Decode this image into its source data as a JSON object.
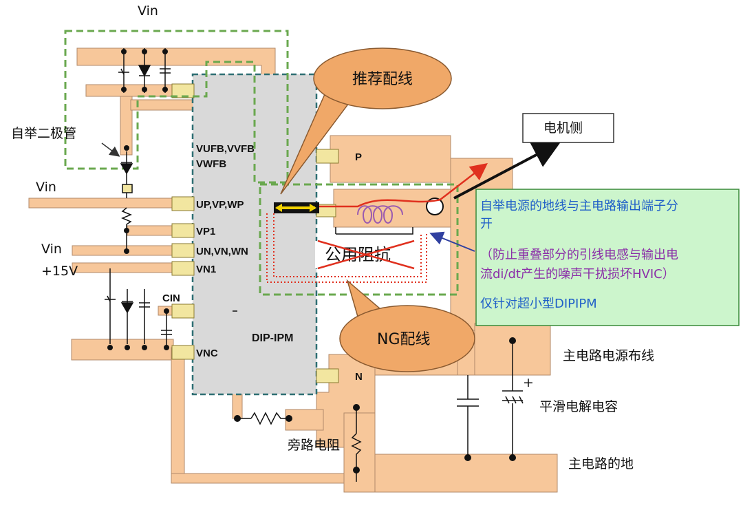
{
  "labels": {
    "vin_top": "Vin",
    "bootstrap_diode": "自举二极管",
    "vin_left1": "Vin",
    "vin_left2": "Vin",
    "v15": "+15V",
    "motor_side": "电机侧",
    "recommended": "推荐配线",
    "ng_wiring": "NG配线",
    "common_impedance": "公用阻抗",
    "main_power_wiring": "主电路电源布线",
    "smoothing_cap": "平滑电解电容",
    "bypass_resistor": "旁路电阻",
    "main_ground": "主电路的地",
    "plus": "+"
  },
  "pins": {
    "vufb_line1": "VUFB,VVFB",
    "vufb_line2": "VWFB",
    "up": "UP,VP,WP",
    "vp1": "VP1",
    "un": "UN,VN,WN",
    "vn1": "VN1",
    "cin": "CIN",
    "vnc": "VNC",
    "p": "P",
    "n": "N",
    "module": "DIP-IPM"
  },
  "note": {
    "line1": "自举电源的地线与主电路输出端子分",
    "line2": "开",
    "line3": "（防止重叠部分的引线电感与输出电",
    "line4": "流di/dt产生的噪声干扰损坏HVIC）",
    "line5": "仅针对超小型DIPIPM"
  },
  "colors": {
    "trace": "#f7c79a",
    "trace_border": "#b08a6a",
    "module": "#d9d9d9",
    "module_border": "#2e6f73",
    "green_dash": "#6aa84f",
    "red_dot": "#e0301e",
    "callout": "#f0a868",
    "note_bg": "#ccf5cc"
  }
}
